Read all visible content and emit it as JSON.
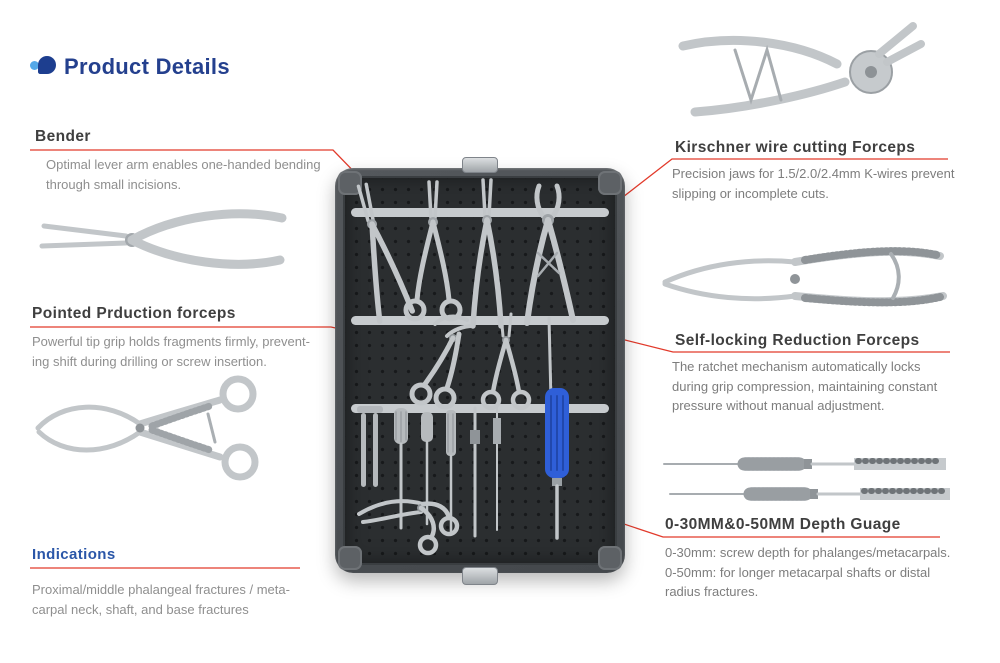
{
  "header": {
    "title": "Product Details"
  },
  "colors": {
    "accent_blue": "#24408e",
    "callout_red": "#e23a2b",
    "heading_dark": "#3f3f3f",
    "body_gray": "#8f8f8f"
  },
  "callouts": {
    "bender": {
      "title": "Bender",
      "description": "Optimal lever arm enables one-handed bending\nthrough small incisions."
    },
    "pointed": {
      "title": "Pointed Prduction forceps",
      "description": "Powerful tip grip holds fragments firmly, prevent-\ning shift during drilling or screw insertion."
    },
    "indications": {
      "title": "Indications",
      "description": "Proximal/middle phalangeal fractures / meta-\ncarpal neck, shaft, and base fractures"
    },
    "kirschner": {
      "title": "Kirschner wire cutting Forceps",
      "description": "Precision jaws for 1.5/2.0/2.4mm K-wires prevent\nslipping or incomplete cuts."
    },
    "selflock": {
      "title": "Self-locking Reduction Forceps",
      "description": "The ratchet mechanism automatically locks\nduring grip compression, maintaining constant\npressure without manual adjustment."
    },
    "depth": {
      "title": "0-30MM&0-50MM  Depth Guage",
      "description": "0-30mm: screw depth for phalanges/metacarpals.\n0-50mm: for longer metacarpal shafts or distal\nradius fractures."
    }
  }
}
